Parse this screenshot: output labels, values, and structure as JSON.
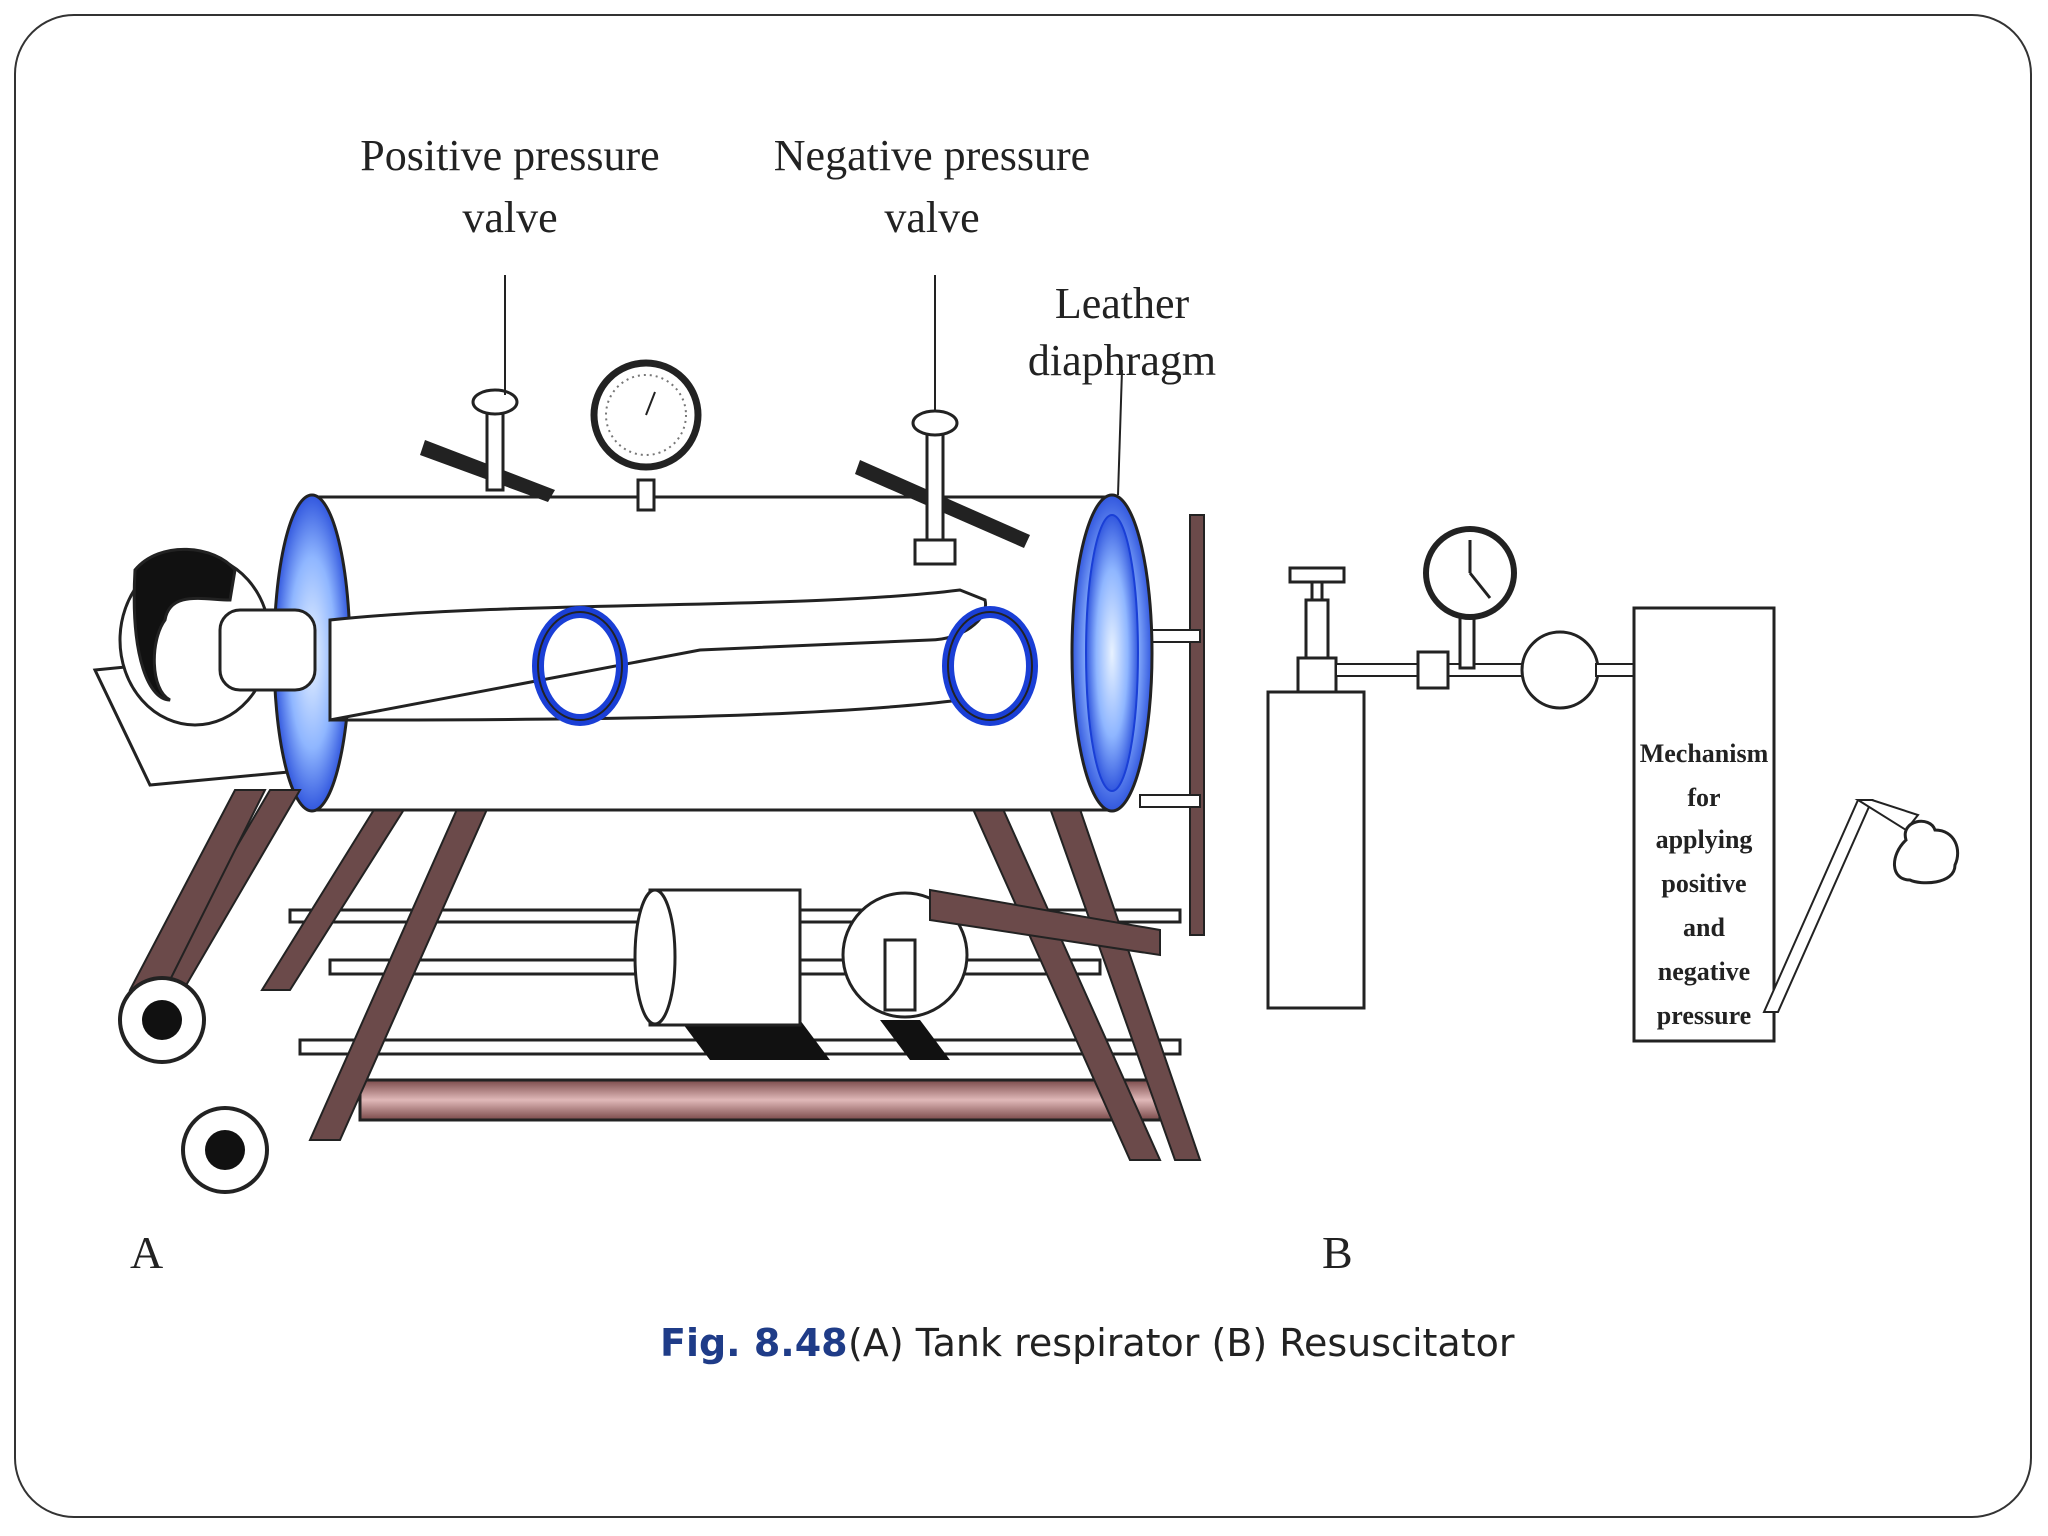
{
  "labels": {
    "positive_valve_line1": "Positive pressure",
    "positive_valve_line2": "valve",
    "negative_valve_line1": "Negative pressure",
    "negative_valve_line2": "valve",
    "diaphragm_line1": "Leather",
    "diaphragm_line2": "diaphragm",
    "mechanism_lines": [
      "Mechanism",
      "for",
      "applying",
      "positive",
      "and",
      "negative",
      "pressure"
    ],
    "panel_a": "A",
    "panel_b": "B"
  },
  "caption": {
    "figure_number": "Fig. 8.48",
    "text": "(A) Tank respirator (B) Resuscitator"
  },
  "colors": {
    "frame": "#5a3a3a",
    "frame_pink": "#b88c8c",
    "port_blue": "#1a3fd6",
    "port_light": "#cfe3ff",
    "outline": "#222222",
    "caption_number": "#1f3c88"
  }
}
